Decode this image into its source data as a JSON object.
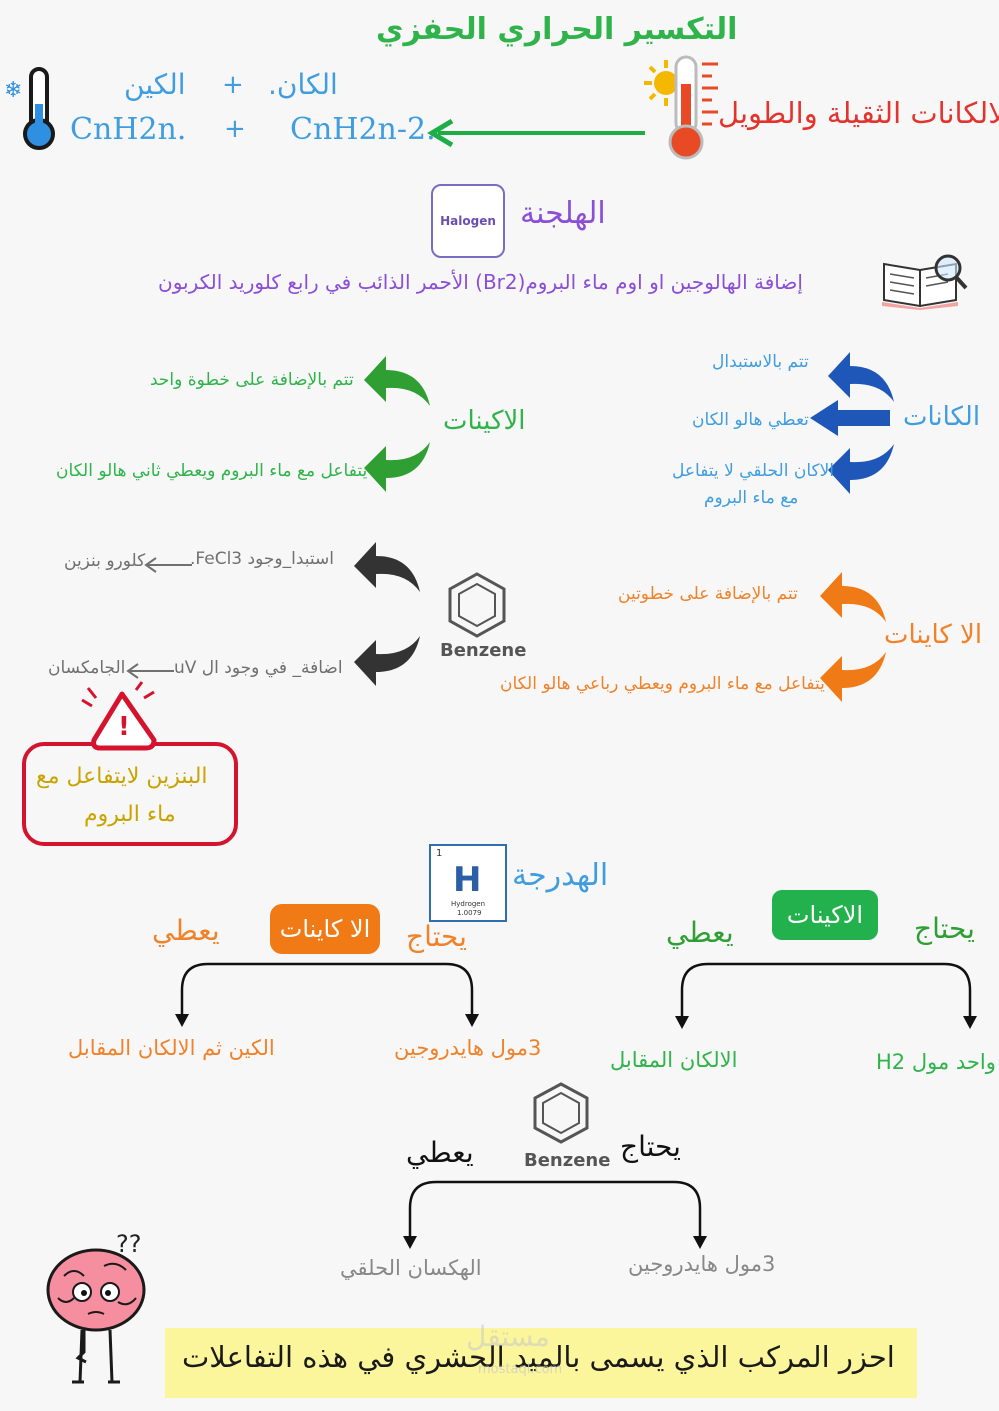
{
  "colors": {
    "green": "#2fb34a",
    "blue": "#3f9de0",
    "darkblue": "#1f57b8",
    "red": "#e2342d",
    "purple": "#8a4fd6",
    "orange": "#f0822a",
    "gray": "#707070",
    "yellow": "#f0b400",
    "crimson": "#d4142e"
  },
  "header": {
    "title": "التكسير الحراري الحفزي"
  },
  "cracking": {
    "alkene_word": "الكين",
    "plus": "+",
    "alkane_word": "الكان.",
    "alkene_formula": "CnH2n.",
    "alkane_formula": "CnH2n-2.",
    "source": "الالكانات الثقيلة والطويل",
    "icons": [
      "thermometer-cold-icon",
      "snowflake-icon",
      "sun-icon",
      "thermometer-hot-icon"
    ]
  },
  "halogenation": {
    "title": "الهلجنة",
    "badge": "Halogen",
    "description": "إضافة الهالوجين او اوم ماء البروم(Br2) الأحمر الذائب في رابع كلوريد الكربون"
  },
  "alkanes": {
    "title": "الكانات",
    "items": [
      "تتم بالاستبدال",
      "تعطي هالو الكان",
      "الاكان الحلقي لا يتفاعل",
      "مع ماء البروم"
    ]
  },
  "alkenes": {
    "title": "الاكينات",
    "items": [
      "تتم بالإضافة على خطوة واحد",
      "يتفاعل مع ماء البروم ويعطي ثاني هالو الكان"
    ]
  },
  "alkynes": {
    "title": "الا كاينات",
    "items": [
      "تتم بالإضافة على خطوتين",
      "يتفاعل مع ماء البروم ويعطي رباعي هالو الكان"
    ]
  },
  "benzene": {
    "label": "Benzene",
    "sub_a": "استبدا_وجود FeCl3.",
    "product_a": "كلورو بنزين",
    "sub_b": "اضافة_ في وجود ال uV",
    "product_b": "الجامكسان"
  },
  "warning": {
    "mark": "!",
    "line1": "البنزين لايتفاعل مع",
    "line2": "ماء البروم"
  },
  "hydrogenation": {
    "title": "الهدرجة",
    "element": {
      "number": "1",
      "symbol": "H",
      "name": "Hydrogen",
      "mass": "1.0079"
    },
    "alkenes_badge": "الاكينات",
    "alkynes_badge": "الا كاينات",
    "needs": "يحتاج",
    "gives": "يعطي",
    "alkene_needs": "واحد مول H2",
    "alkene_gives": "الالكان المقابل",
    "alkyne_needs": "3مول هايدروجين",
    "alkyne_gives": "الكين ثم الالكان المقابل",
    "benzene_label": "Benzene",
    "benzene_needs": "3مول هايدروجين",
    "benzene_gives": "الهكسان الحلقي"
  },
  "quiz": {
    "question": "احزر المركب الذي يسمى بالميد الحشري في هذه التفاعلات",
    "marks": "??",
    "watermark": "مستقل",
    "watermark_sub": "mostaql.com"
  }
}
